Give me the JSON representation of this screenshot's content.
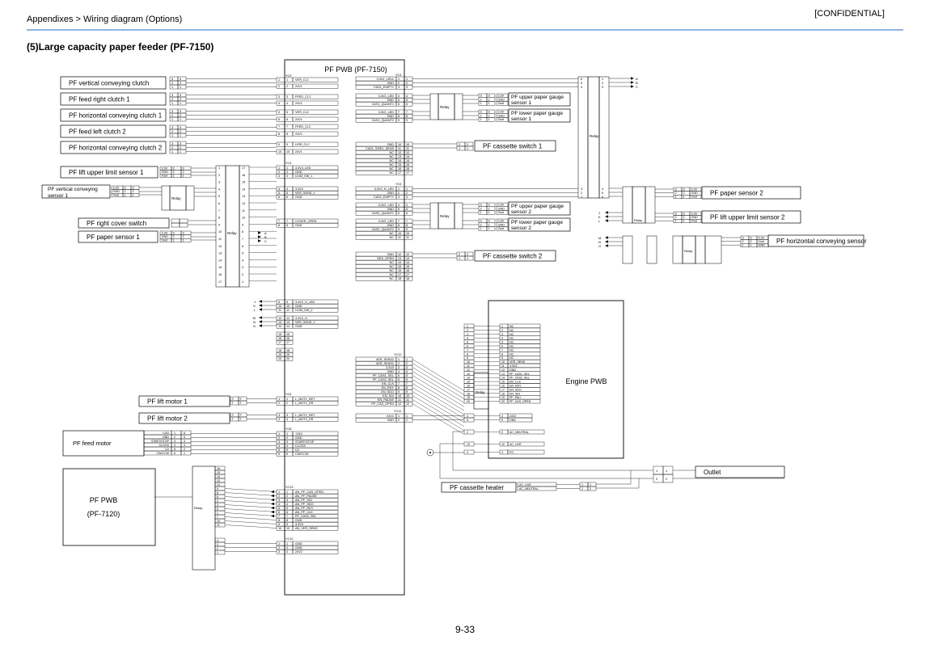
{
  "header": {
    "breadcrumb": "Appendixes > Wiring diagram (Options)",
    "confidential": "[CONFIDENTIAL]"
  },
  "section_title": "(5)Large capacity paper feeder (PF-7150)",
  "page_number": "9-33",
  "main_board": {
    "title": "PF PWB (PF-7150)",
    "yc9_rows": [
      [
        "1",
        "1",
        "VER_CL1"
      ],
      [
        "2",
        "2",
        "24V1"
      ],
      [
        "3",
        "3",
        "FEED_CL1"
      ],
      [
        "4",
        "4",
        "24V1"
      ],
      [
        "5",
        "5",
        "VER_CL2"
      ],
      [
        "6",
        "6",
        "24V1"
      ],
      [
        "7",
        "7",
        "FEED_CL2"
      ],
      [
        "8",
        "8",
        "24V1"
      ],
      [
        "9",
        "9",
        "HOR_CL2"
      ],
      [
        "10",
        "10",
        "24V1"
      ]
    ],
    "yc4_rows": [
      [
        "1",
        "1",
        "3.3V4_LED"
      ],
      [
        "2",
        "2",
        "GND"
      ],
      [
        "3",
        "3",
        "ULIM_SW_1"
      ],
      [
        "4",
        "4",
        "3.3V2"
      ],
      [
        "5",
        "5",
        "VER_SENS_1"
      ],
      [
        "6",
        "6",
        "GND"
      ],
      [
        "7",
        "7",
        "COVER_OPEN"
      ],
      [
        "8",
        "8",
        "GND"
      ],
      [
        "9",
        "9",
        "3.3V2_H_LED"
      ],
      [
        "10",
        "10",
        "GND"
      ],
      [
        "11",
        "11",
        "ULIM_SW_2"
      ],
      [
        "12",
        "12",
        "3.3V2_H"
      ],
      [
        "13",
        "13",
        "VER_SENS_2"
      ],
      [
        "14",
        "14",
        "GND"
      ],
      [
        "15",
        "15",
        ""
      ],
      [
        "16",
        "16",
        ""
      ],
      [
        "17",
        "17",
        ""
      ],
      [
        "18",
        "18",
        ""
      ],
      [
        "19",
        "19",
        ""
      ],
      [
        "20",
        "20",
        ""
      ]
    ],
    "yc3_upper": [
      [
        "3.3V2_LED1",
        "1"
      ],
      [
        "GND",
        "2"
      ],
      [
        "CAS1_EMPTY",
        "3"
      ],
      [
        "3.3V2_LED",
        "4"
      ],
      [
        "GND",
        "5"
      ],
      [
        "CAS1_QUANT1",
        "6"
      ],
      [
        "3.3V2_LED",
        "7"
      ],
      [
        "GND",
        "8"
      ],
      [
        "CAS1_QUANT2",
        "9"
      ]
    ],
    "yc3_lower": [
      [
        "GND",
        "10"
      ],
      [
        "CAS1_SIZE1_SENS",
        "11"
      ],
      [
        "NC",
        "12"
      ],
      [
        "NC",
        "13"
      ],
      [
        "NC",
        "14"
      ],
      [
        "NC",
        "15"
      ],
      [
        "NC",
        "16"
      ],
      [
        "NC",
        "17"
      ]
    ],
    "yc5_upper": [
      [
        "3.3V2_H_LED",
        "1"
      ],
      [
        "GND",
        "2"
      ],
      [
        "CAS2_EMPTY",
        "3"
      ],
      [
        "3.3V2_LED",
        "4"
      ],
      [
        "GND",
        "5"
      ],
      [
        "CAS2_QUANT1",
        "6"
      ],
      [
        "3.3V2_LED",
        "7"
      ],
      [
        "GND",
        "8"
      ],
      [
        "CAS2_QUANT2",
        "9"
      ],
      [
        "NC",
        "10"
      ],
      [
        "NC",
        "11"
      ]
    ],
    "yc5_lower": [
      [
        "GND",
        "12"
      ],
      [
        "DEK_OPEN",
        "13"
      ],
      [
        "NC",
        "14"
      ],
      [
        "NC",
        "15"
      ],
      [
        "NC",
        "16"
      ],
      [
        "NC",
        "17"
      ],
      [
        "NC",
        "18"
      ]
    ],
    "yc12_rows": [
      [
        "VER_SENS2",
        "1"
      ],
      [
        "VER_SENS1",
        "2"
      ],
      [
        "3.3V3",
        "3"
      ],
      [
        "GND",
        "4"
      ],
      [
        "PF_CAS1_SEL",
        "5"
      ],
      [
        "PF_CAS2_SEL",
        "6"
      ],
      [
        "EN_CLK",
        "7"
      ],
      [
        "EN_RDY",
        "8"
      ],
      [
        "EN_SDO",
        "9"
      ],
      [
        "EN_SDI",
        "10"
      ],
      [
        "EN_PAUSE",
        "11"
      ],
      [
        "PF_CAS_OPEN",
        "12"
      ]
    ],
    "yc11_rows": [
      [
        "24V1",
        "1"
      ],
      [
        "GND",
        "2"
      ]
    ],
    "yc6_rows": [
      [
        "1",
        "1",
        "L_MOT1_RET"
      ],
      [
        "2",
        "2",
        "L_MOT1_DR"
      ],
      [
        "3",
        "3",
        "L_MOT2_RET"
      ],
      [
        "4",
        "4",
        "L_MOT2_DR"
      ]
    ],
    "yc8_rows": [
      [
        "1",
        "1",
        "+24V"
      ],
      [
        "2",
        "2",
        "GND"
      ],
      [
        "3",
        "3",
        "START/STOP"
      ],
      [
        "4",
        "4",
        "CLOCK"
      ],
      [
        "5",
        "5",
        "LD"
      ],
      [
        "6",
        "6",
        "CW/CCW"
      ]
    ],
    "yc13_rows": [
      [
        "1",
        "1",
        "AN_PF_CAS_OPEN"
      ],
      [
        "2",
        "2",
        "AN_PF_PAUSE"
      ],
      [
        "3",
        "3",
        "AN_PF_SDI"
      ],
      [
        "4",
        "4",
        "AN_PF_SDO"
      ],
      [
        "5",
        "5",
        "AN_PF_RDY"
      ],
      [
        "6",
        "6",
        "AN_PF_CLK"
      ],
      [
        "7",
        "7",
        "PF_CAS2_SEL"
      ],
      [
        "8",
        "8",
        "GND"
      ],
      [
        "9",
        "9",
        "3.3V3"
      ],
      [
        "10",
        "10",
        "AN_VER_SENS"
      ]
    ],
    "yc10_rows": [
      [
        "1",
        "1",
        "GND"
      ],
      [
        "2",
        "2",
        "GND"
      ],
      [
        "3",
        "3",
        "24V2"
      ]
    ],
    "connector_labels": {
      "yc9": "YC9",
      "yc4": "YC4",
      "yc3": "YC3",
      "yc5": "YC5",
      "yc12": "YC12",
      "yc11": "YC11",
      "yc6": "YC6",
      "yc8": "YC8",
      "yc13": "YC13",
      "yc10": "YC10"
    }
  },
  "left_components": {
    "clutches": [
      "PF vertical conveying clutch",
      "PF feed right clutch 1",
      "PF horizontal conveying clutch 1",
      "PF feed left clutch 2",
      "PF horizontal conveying clutch 2"
    ],
    "clutch_pins": [
      [
        "3",
        "3"
      ],
      [
        "2",
        "2"
      ],
      [
        "1",
        "1"
      ]
    ],
    "lift_upper_limit_sensor_1": "PF lift upper limit sensor 1",
    "vertical_conveying_sensor_1": "PF vertical conveying sensor 1",
    "right_cover_switch": "PF right cover switch",
    "paper_sensor_1": "PF paper sensor 1",
    "sensor_pins": [
      [
        "3.3V",
        "3",
        "3"
      ],
      [
        "GND",
        "2",
        "2"
      ],
      [
        "Vout",
        "1",
        "1"
      ]
    ],
    "lift_motor_1": "PF lift motor 1",
    "lift_motor_2": "PF lift motor 2",
    "feed_motor": "PF feed motor",
    "feed_motor_pins": [
      [
        "+24V",
        "1",
        "6"
      ],
      [
        "GND",
        "2",
        "5"
      ],
      [
        "START/STOP",
        "3",
        "4"
      ],
      [
        "CLOCK",
        "4",
        "3"
      ],
      [
        "LD",
        "5",
        "2"
      ],
      [
        "CW/CCW",
        "6",
        "1"
      ]
    ],
    "pf_pwb_7120": [
      "PF PWB",
      "(PF-7120)"
    ],
    "relay": "Relay"
  },
  "right_components": {
    "upper_gauge_sensor_1": "PF upper paper gauge sensor 1",
    "lower_gauge_sensor_1": "PF lower paper gauge sensor 1",
    "cassette_switch_1": "PF cassette switch 1",
    "upper_gauge_sensor_2": "PF upper paper gauge sensor 2",
    "lower_gauge_sensor_2": "PF lower paper gauge sensor 2",
    "cassette_switch_2": "PF cassette switch 2",
    "paper_sensor_2": "PF paper sensor 2",
    "lift_upper_limit_sensor_2": "PF lift upper limit sensor 2",
    "horizontal_conveying_sensor": "PF horizontal conveying sensor",
    "gauge_pins": [
      [
        "3",
        "3.3V"
      ],
      [
        "2",
        "GND"
      ],
      [
        "1",
        "Vout"
      ]
    ],
    "relay": "Relay",
    "letters_abc": [
      "A",
      "B",
      "C"
    ],
    "letters_jkl": [
      "J",
      "K",
      "L"
    ],
    "letters_mno": [
      "M",
      "N",
      "O"
    ]
  },
  "engine": {
    "title": "Engine PWB",
    "signal_rows": [
      [
        "1",
        "NC"
      ],
      [
        "2",
        "NC"
      ],
      [
        "3",
        "NC"
      ],
      [
        "4",
        "NC"
      ],
      [
        "5",
        "NC"
      ],
      [
        "6",
        "NC"
      ],
      [
        "7",
        "NC"
      ],
      [
        "8",
        "NC"
      ],
      [
        "9",
        "NC"
      ],
      [
        "10",
        "VER_SENS"
      ],
      [
        "11",
        "3.3V3"
      ],
      [
        "12",
        "GND"
      ],
      [
        "13",
        "PF_CAS1_SEL"
      ],
      [
        "14",
        "PF_CAS2_SEL"
      ],
      [
        "15",
        "EN_CLK"
      ],
      [
        "16",
        "EN_RDY"
      ],
      [
        "17",
        "EN_SDO"
      ],
      [
        "18",
        "EN_SDI"
      ],
      [
        "19",
        "PF_PAU"
      ],
      [
        "20",
        "PF_CAS_OPEN"
      ]
    ],
    "power_rows": [
      [
        "4",
        "24V2"
      ],
      [
        "5",
        "GND"
      ]
    ],
    "ac_rows": [
      [
        "2",
        "AC_NEUTRAL"
      ],
      [
        "10",
        "AC_LIVE"
      ],
      [
        "3",
        "FG"
      ]
    ]
  },
  "outlet": "Outlet",
  "cassette_heater": {
    "label": "PF cassette heater",
    "rows": [
      [
        "AC_LIVE",
        "1",
        "1"
      ],
      [
        "AC_NEUTRAL",
        "2",
        "2"
      ]
    ]
  }
}
